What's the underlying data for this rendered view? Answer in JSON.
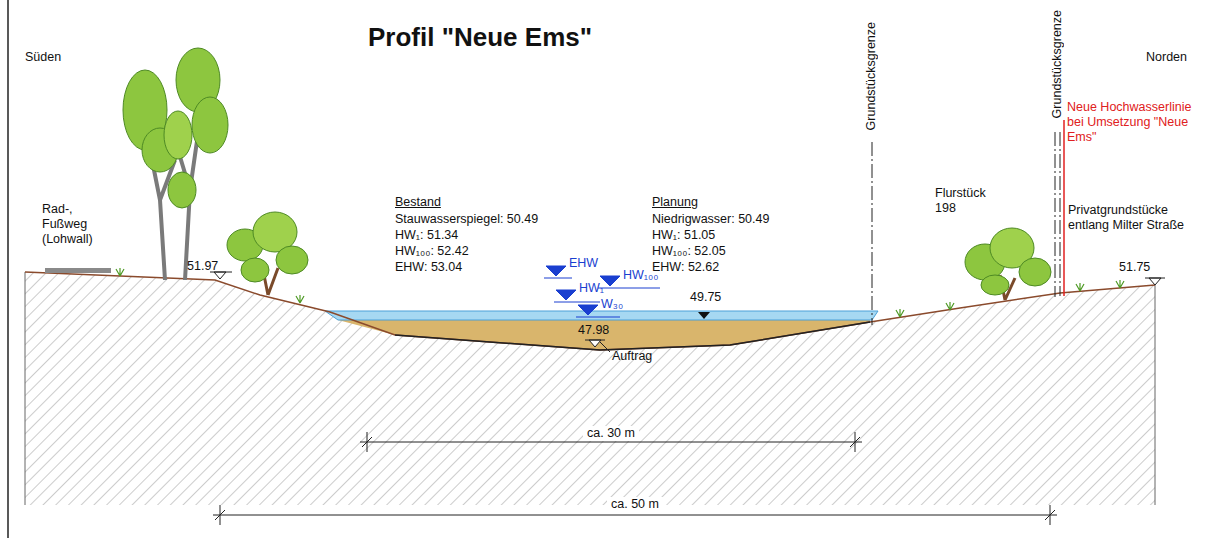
{
  "diagram": {
    "title": "Profil \"Neue Ems\"",
    "labels": [
      "Süden",
      "Norden",
      "Rad-, Fußweg (Lohwall)",
      "51.97",
      "Bestand",
      "Stauwasserspiegel: 50.49",
      "HW₁: 51.34",
      "HW₁₀₀: 52.42",
      "EHW: 53.04",
      "Planung",
      "Niedrigwasser: 50.49",
      "HW₁: 51.05",
      "HW₁₀₀: 52.05",
      "EHW: 52.62",
      "EHW",
      "HW₁₀₀",
      "HW₁",
      "W₃₀",
      "49.75",
      "47.98",
      "Auftrag",
      "Grundstücksgrenze",
      "Flurstück 198",
      "Grundstücksgrenze",
      "Neue Hochwasserlinie bei Umsetzung \"Neue Ems\"",
      "Privatgrundstücke entlang Milter Straße",
      "51.75",
      "ca. 30 m",
      "ca. 50 m"
    ]
  }
}
